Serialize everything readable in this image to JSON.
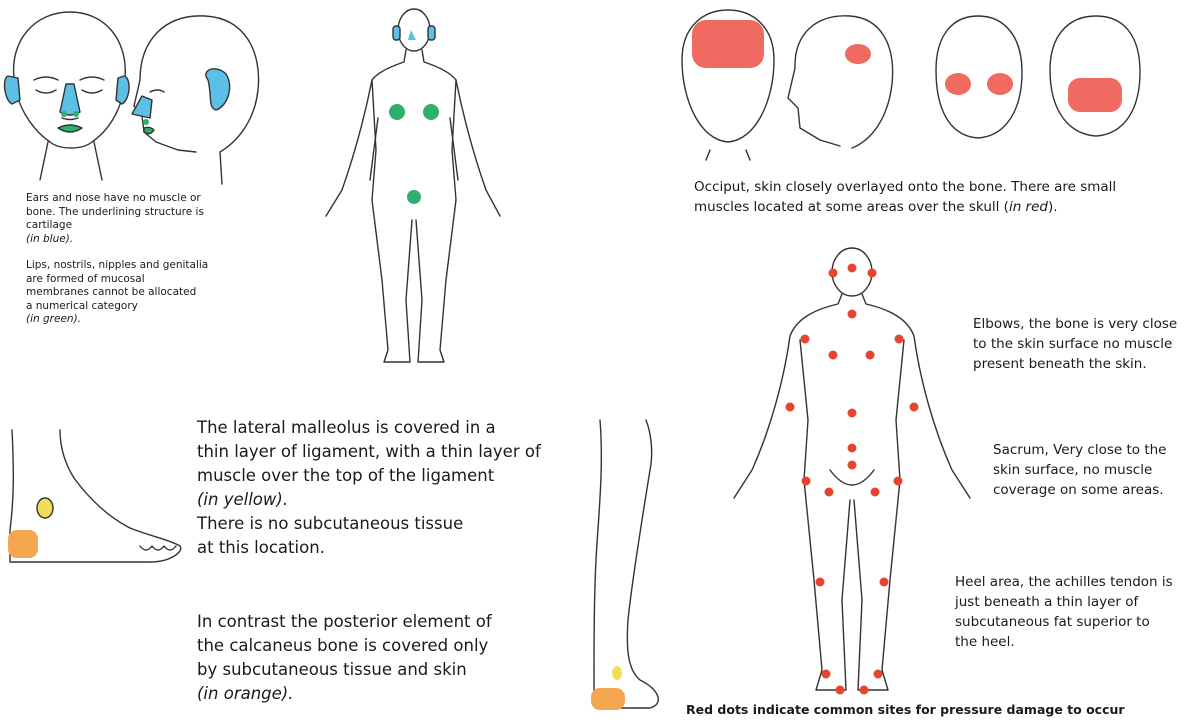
{
  "colors": {
    "cartilage": "#5bbfe6",
    "mucosa": "#2fae6e",
    "occiput": "#f06a62",
    "pressure_dot": "#e5452e",
    "ligament": "#f2dd5a",
    "calcaneus": "#f4a54f",
    "outline": "#333333"
  },
  "left_notes": {
    "ears_nose": [
      "Ears and nose have no muscle or",
      "bone. The underlining structure is",
      "cartilage",
      "(in blue)."
    ],
    "mucosal": [
      "Lips, nostrils, nipples and genitalia",
      "are formed of mucosal",
      "membranes cannot be allocated",
      "a numerical category",
      "(in green)."
    ]
  },
  "head_note": {
    "line1": "Occiput, skin closely overlayed onto the bone. There are small",
    "line2_prefix": "muscles located at some areas over the skull (",
    "line2_italic": "in red",
    "line2_suffix": ")."
  },
  "foot_notes": {
    "malleolus": [
      "The lateral malleolus is covered in a",
      "thin layer of ligament, with a thin layer of",
      "muscle over the top of the ligament",
      "(in yellow).",
      "There is no subcutaneous tissue",
      "at this location."
    ],
    "calcaneus": [
      "In contrast the posterior element of",
      "the calcaneus bone is covered only",
      "by subcutaneous tissue and skin",
      "(in orange)."
    ]
  },
  "back_notes": {
    "elbows": [
      "Elbows, the bone is very close",
      "to the skin surface no muscle",
      "present beneath the skin."
    ],
    "sacrum": [
      "Sacrum, Very close to the",
      "skin surface, no muscle",
      "coverage on some areas."
    ],
    "heel": [
      "Heel area, the achilles tendon is",
      "just beneath a thin layer of",
      "subcutaneous fat superior to",
      "the heel."
    ]
  },
  "caption": "Red dots indicate common sites for pressure damage to occur"
}
